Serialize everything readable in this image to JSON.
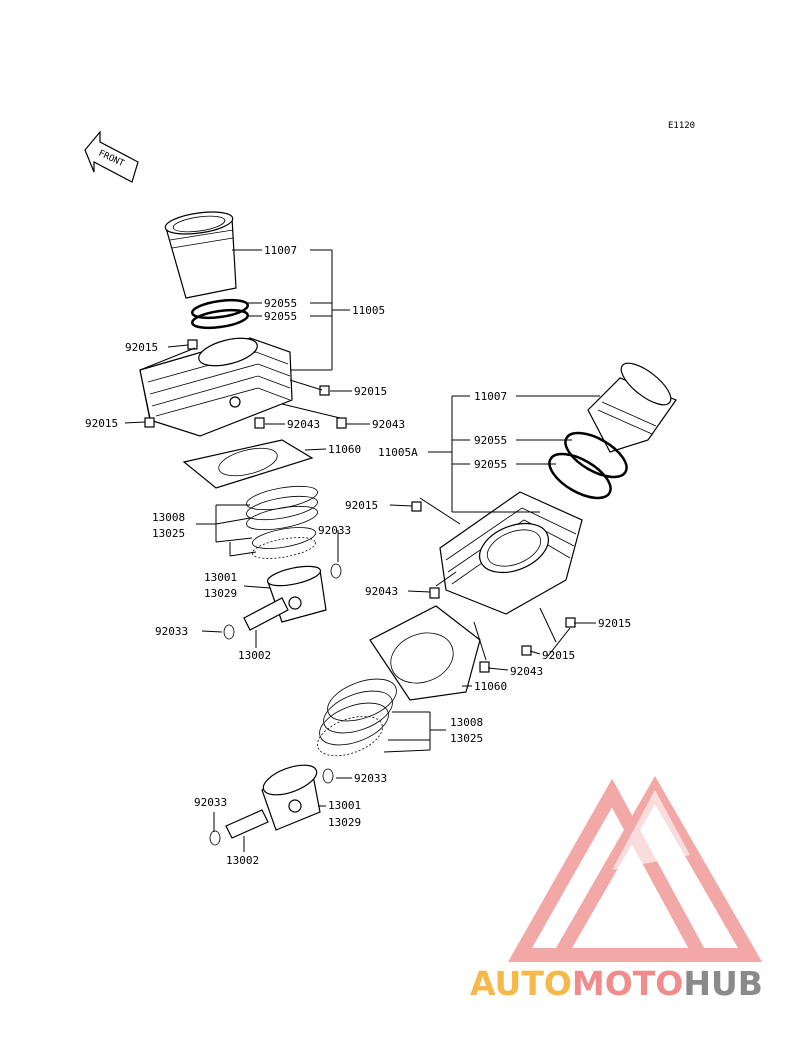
{
  "diagram_code": "E1120",
  "front_label": "FRONT",
  "watermark": {
    "part1": "AUTO",
    "part2": "MOTO",
    "part3": "HUB",
    "color1": "#f5b84a",
    "color2": "#f08c8c",
    "color3": "#8a8a8a"
  },
  "labels": {
    "l11007a": "11007",
    "l92055a": "92055",
    "l92055b": "92055",
    "l11005": "11005",
    "l92015a": "92015",
    "l92015b": "92015",
    "l92015c": "92015",
    "l92043a": "92043",
    "l92043b": "92043",
    "l11060a": "11060",
    "l13008a": "13008",
    "l13025a": "13025",
    "l92033a": "92033",
    "l13001a": "13001",
    "l13029a": "13029",
    "l92033b": "92033",
    "l13002a": "13002",
    "l11007b": "11007",
    "l92055c": "92055",
    "l11005A": "11005A",
    "l92055d": "92055",
    "l92015d": "92015",
    "l92043c": "92043",
    "l92015e": "92015",
    "l92015f": "92015",
    "l92043d": "92043",
    "l11060b": "11060",
    "l13008b": "13008",
    "l13025b": "13025",
    "l92033c": "92033",
    "l13001b": "13001",
    "l13029b": "13029",
    "l92033d": "92033",
    "l13002b": "13002"
  }
}
